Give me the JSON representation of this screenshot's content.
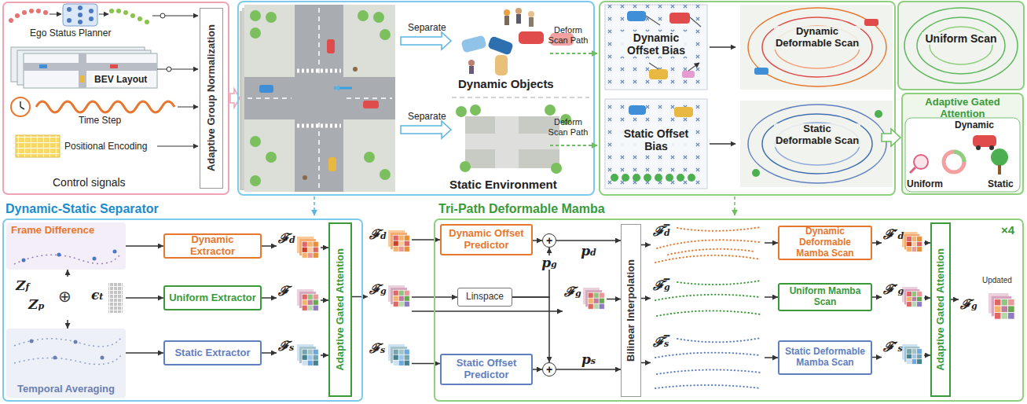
{
  "diagram": {
    "nodes": [
      {
        "text": [
          "Control signals"
        ]
      },
      {
        "text": [
          "Adaptive Group Normalization"
        ],
        "in": 0
      },
      {
        "text": [
          "Adaptive Gated Attention",
          "Dynamic",
          "Uniform",
          "Static"
        ]
      },
      {
        "text": [
          "Dynamic-Static Separator"
        ]
      },
      {
        "text": [
          "Frame Difference"
        ],
        "in": 3
      },
      {
        "text": [
          "Zf",
          "Zp",
          "⊕",
          "ϵt"
        ],
        "in": 3
      },
      {
        "text": [
          "Temporal Averaging"
        ],
        "in": 3
      },
      {
        "text": [
          "Dynamic Extractor"
        ],
        "in": 3
      },
      {
        "text": [
          "Uniform Extractor"
        ],
        "in": 3
      },
      {
        "text": [
          "Static Extractor"
        ],
        "in": 3
      },
      {
        "text": [
          "ℱd"
        ],
        "in": 3
      },
      {
        "text": [
          "ℱ"
        ],
        "in": 3
      },
      {
        "text": [
          "ℱs"
        ],
        "in": 3
      },
      {
        "text": [
          "Adaptive Gated Attention"
        ],
        "in": 3
      },
      {
        "text": [
          "Tri-Path Deformable Mamba",
          "×4"
        ]
      },
      {
        "text": [
          "ℱd"
        ]
      },
      {
        "text": [
          "ℱg"
        ]
      },
      {
        "text": [
          "ℱs"
        ]
      },
      {
        "text": [
          "Dynamic Offset Predictor"
        ],
        "in": 14
      },
      {
        "text": [
          "Linspace"
        ],
        "in": 14
      },
      {
        "text": [
          "Static Offset Predictor"
        ],
        "in": 14
      },
      {
        "text": [
          "+"
        ],
        "in": 14
      },
      {
        "text": [
          "+"
        ],
        "in": 14
      },
      {
        "text": [
          "ℱg"
        ],
        "in": 14
      },
      {
        "text": [
          "Bilinear Interpolation"
        ],
        "in": 14
      },
      {
        "text": [
          "ℱ̅d"
        ],
        "in": 14
      },
      {
        "text": [
          "ℱ̅g"
        ],
        "in": 14
      },
      {
        "text": [
          "ℱ̅s"
        ],
        "in": 14
      },
      {
        "text": [
          "Dynamic Deformable Mamba Scan"
        ],
        "in": 14
      },
      {
        "text": [
          "Uniform Mamba Scan"
        ],
        "in": 14
      },
      {
        "text": [
          "Static Deformable Mamba Scan"
        ],
        "in": 14
      },
      {
        "text": [
          "ℱ′d"
        ],
        "in": 14
      },
      {
        "text": [
          "ℱ′g"
        ],
        "in": 14
      },
      {
        "text": [
          "ℱ′s"
        ],
        "in": 14
      },
      {
        "text": [
          "Adaptive Gated Attention"
        ],
        "in": 14
      },
      {
        "text": [
          "Updated",
          "ℱg"
        ],
        "in": 14
      }
    ],
    "edges": [
      {
        "from": 4,
        "to": 7,
        "arrow": "to"
      },
      {
        "from": 5,
        "to": 8,
        "arrow": "to"
      },
      {
        "from": 6,
        "to": 9,
        "arrow": "to"
      },
      {
        "from": 5,
        "to": 4,
        "arrow": "to"
      },
      {
        "from": 5,
        "to": 6,
        "arrow": "to"
      },
      {
        "from": 7,
        "to": 10,
        "arrow": "to"
      },
      {
        "from": 8,
        "to": 11,
        "arrow": "to"
      },
      {
        "from": 9,
        "to": 12,
        "arrow": "to"
      },
      {
        "from": 10,
        "to": 13,
        "arrow": "to"
      },
      {
        "from": 11,
        "to": 13,
        "arrow": "to"
      },
      {
        "from": 12,
        "to": 13,
        "arrow": "to"
      },
      {
        "from": 13,
        "to": 16,
        "arrow": "to"
      },
      {
        "from": 15,
        "to": 18,
        "arrow": "to"
      },
      {
        "from": 16,
        "to": 19,
        "arrow": "to"
      },
      {
        "from": 16,
        "to": 23,
        "arrow": "to"
      },
      {
        "from": 17,
        "to": 20,
        "arrow": "to"
      },
      {
        "from": 18,
        "to": 21,
        "arrow": "to"
      },
      {
        "from": 19,
        "to": 21,
        "label": "pg",
        "arrow": "to"
      },
      {
        "from": 19,
        "to": 22,
        "arrow": "to"
      },
      {
        "from": 20,
        "to": 22,
        "arrow": "to"
      },
      {
        "from": 21,
        "to": 24,
        "label": "pd",
        "arrow": "to"
      },
      {
        "from": 22,
        "to": 24,
        "label": "ps",
        "arrow": "to"
      },
      {
        "from": 23,
        "to": 24,
        "arrow": "to"
      },
      {
        "from": 24,
        "to": 25,
        "arrow": "to"
      },
      {
        "from": 24,
        "to": 26,
        "arrow": "to"
      },
      {
        "from": 24,
        "to": 27,
        "arrow": "to"
      },
      {
        "from": 25,
        "to": 28,
        "arrow": "to"
      },
      {
        "from": 26,
        "to": 29,
        "arrow": "to"
      },
      {
        "from": 27,
        "to": 30,
        "arrow": "to"
      },
      {
        "from": 28,
        "to": 31,
        "arrow": "to"
      },
      {
        "from": 29,
        "to": 32,
        "arrow": "to"
      },
      {
        "from": 30,
        "to": 33,
        "arrow": "to"
      },
      {
        "from": 31,
        "to": 34,
        "arrow": "to"
      },
      {
        "from": 32,
        "to": 34,
        "arrow": "to"
      },
      {
        "from": 33,
        "to": 34,
        "arrow": "to"
      },
      {
        "from": 34,
        "to": 35,
        "arrow": "to"
      }
    ],
    "labels": [
      "Ego Status Planner",
      "BEV Layout",
      "Time Step",
      "Positional Encoding",
      "Separate",
      "Separate",
      "Dynamic Objects",
      "Static Environment",
      "Deform Scan Path",
      "Deform Scan Path",
      "Dynamic Offset Bias",
      "Static Offset Bias",
      "Dynamic Deformable Scan",
      "Static Deformable Scan",
      "Uniform Scan"
    ]
  }
}
